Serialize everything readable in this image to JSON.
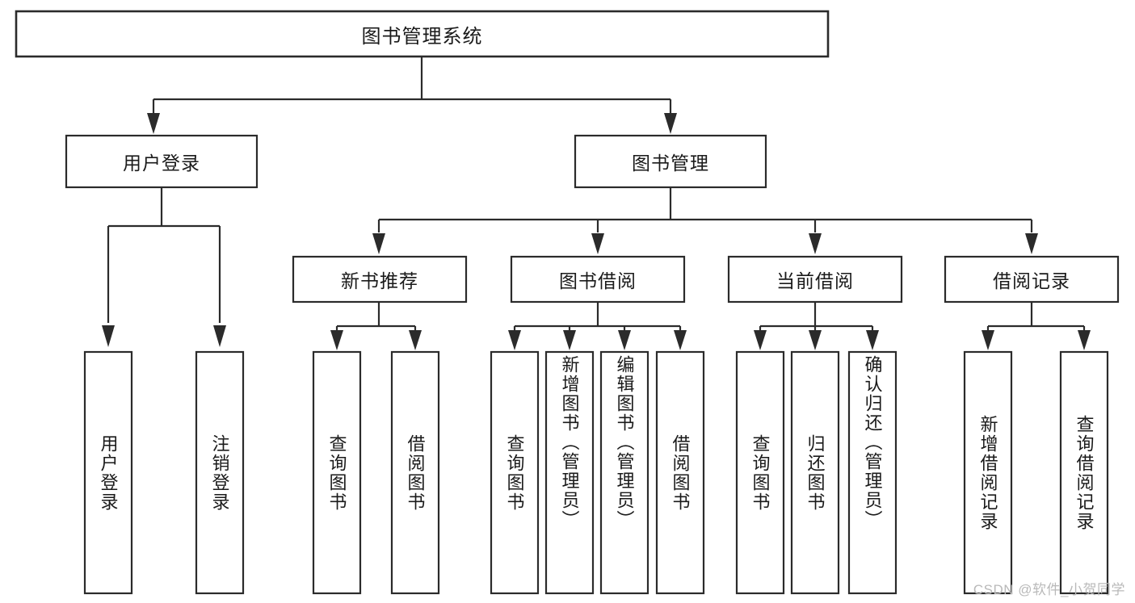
{
  "diagram": {
    "type": "tree-hierarchy-chart",
    "title": "图书管理系统",
    "colors": {
      "stroke": "#2b2b2b",
      "fill": "#ffffff",
      "text": "#1a1a1a",
      "watermark": "#b9b9b9"
    },
    "root": {
      "label": "图书管理系统"
    },
    "level2": [
      {
        "label": "用户登录"
      },
      {
        "label": "图书管理"
      }
    ],
    "level3": [
      {
        "label": "新书推荐"
      },
      {
        "label": "图书借阅"
      },
      {
        "label": "当前借阅"
      },
      {
        "label": "借阅记录"
      }
    ],
    "leaves": {
      "user_login": [
        {
          "label": "用户登录"
        },
        {
          "label": "注销登录"
        }
      ],
      "new_book": [
        {
          "label": "查询图书"
        },
        {
          "label": "借阅图书"
        }
      ],
      "borrow_book": [
        {
          "label": "查询图书"
        },
        {
          "label": "新增图书（管理员）"
        },
        {
          "label": "编辑图书（管理员）"
        },
        {
          "label": "借阅图书"
        }
      ],
      "current_borrow": [
        {
          "label": "查询图书"
        },
        {
          "label": "归还图书"
        },
        {
          "label": "确认归还（管理员）"
        }
      ],
      "borrow_record": [
        {
          "label": "新增借阅记录"
        },
        {
          "label": "查询借阅记录"
        }
      ]
    }
  },
  "watermark": {
    "text": "CSDN @软件_小贺同学"
  }
}
